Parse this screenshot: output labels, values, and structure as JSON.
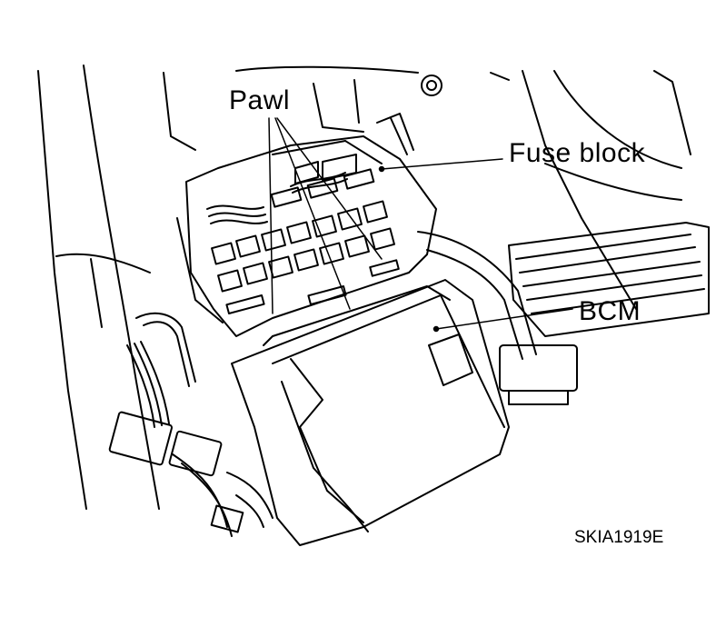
{
  "labels": {
    "pawl": "Pawl",
    "fuse_block": "Fuse block",
    "bcm": "BCM",
    "figure_code": "SKIA1919E"
  },
  "colors": {
    "line": "#000000",
    "background": "#ffffff"
  }
}
